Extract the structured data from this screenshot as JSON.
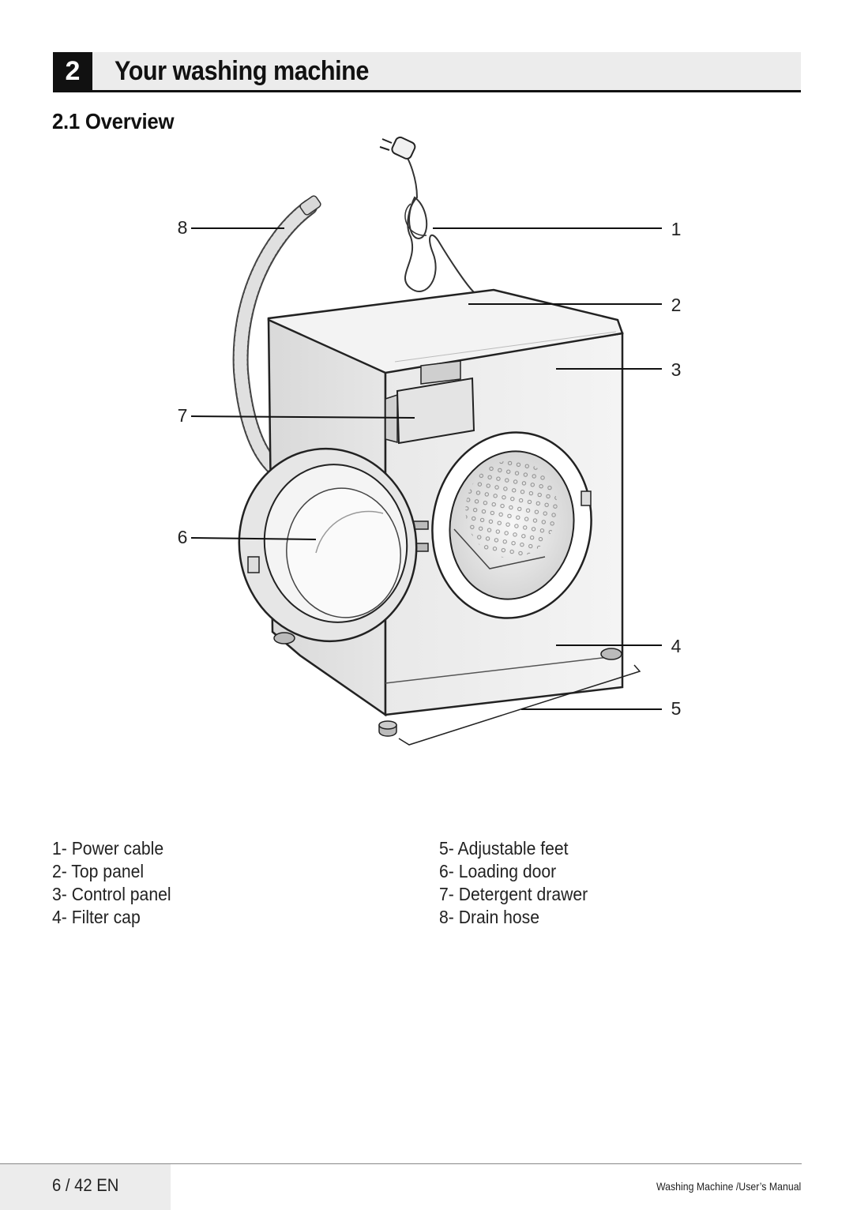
{
  "chapter": {
    "number": "2",
    "title": "Your washing machine"
  },
  "section": {
    "title": "2.1 Overview"
  },
  "callouts": {
    "c1": "1",
    "c2": "2",
    "c3": "3",
    "c4": "4",
    "c5": "5",
    "c6": "6",
    "c7": "7",
    "c8": "8"
  },
  "legend": {
    "left": [
      "1- Power cable",
      "2- Top panel",
      "3- Control panel",
      "4- Filter cap"
    ],
    "right": [
      "5- Adjustable feet",
      "6- Loading door",
      "7- Detergent drawer",
      "8- Drain hose"
    ]
  },
  "footer": {
    "page": "6 / 42  EN",
    "document": "Washing Machine /User’s Manual"
  }
}
